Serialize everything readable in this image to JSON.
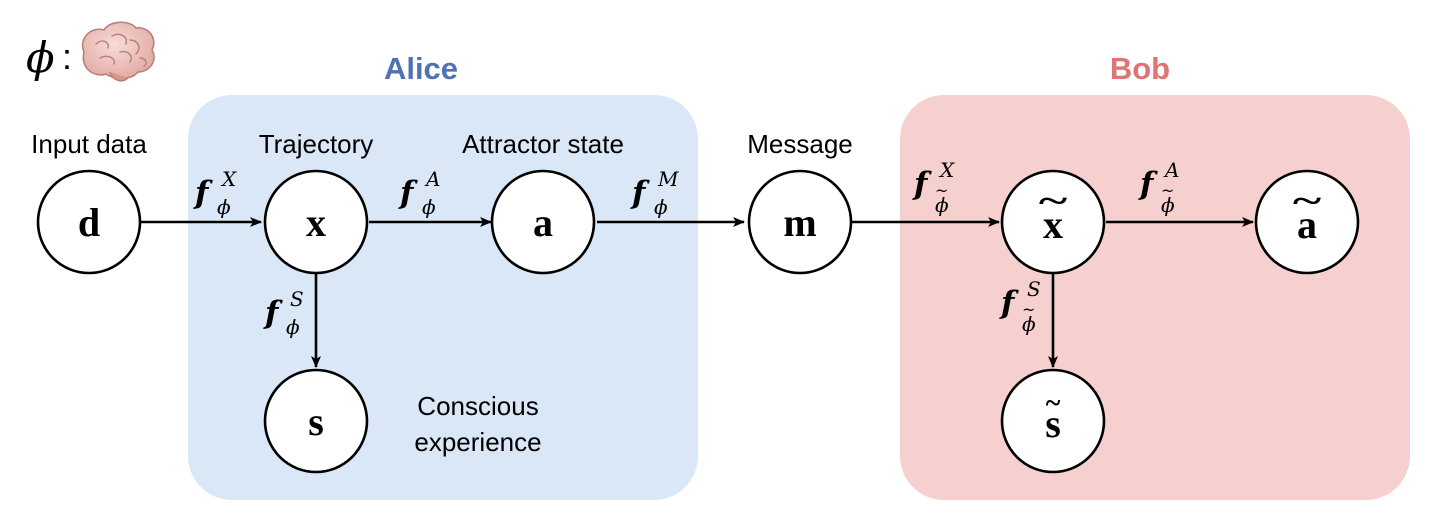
{
  "header": {
    "phi_symbol": "ϕ",
    "phi_colon": ":",
    "brain_icon": "brain-icon"
  },
  "groups": {
    "alice": {
      "title": "Alice",
      "title_color": "#4f72b5",
      "fill": "#dae7f7"
    },
    "bob": {
      "title": "Bob",
      "title_color": "#e07374",
      "fill": "#f6cfcf"
    }
  },
  "labels": {
    "input_data": "Input data",
    "trajectory": "Trajectory",
    "attractor_state": "Attractor state",
    "message": "Message",
    "conscious_line1": "Conscious",
    "conscious_line2": "experience"
  },
  "nodes": {
    "d": "d",
    "x": "x",
    "a": "a",
    "s": "s",
    "m": "m",
    "x_tilde": "x",
    "x_tilde_mark": "~",
    "a_tilde": "a",
    "a_tilde_mark": "~",
    "s_tilde": "s",
    "s_tilde_mark": "~"
  },
  "edges": {
    "f": "f",
    "phi": "ϕ",
    "tilde": "~",
    "d_to_x": "X",
    "x_to_a": "A",
    "a_to_m": "M",
    "x_to_s": "S",
    "m_to_xt": "X",
    "xt_to_at": "A",
    "xt_to_st": "S"
  }
}
